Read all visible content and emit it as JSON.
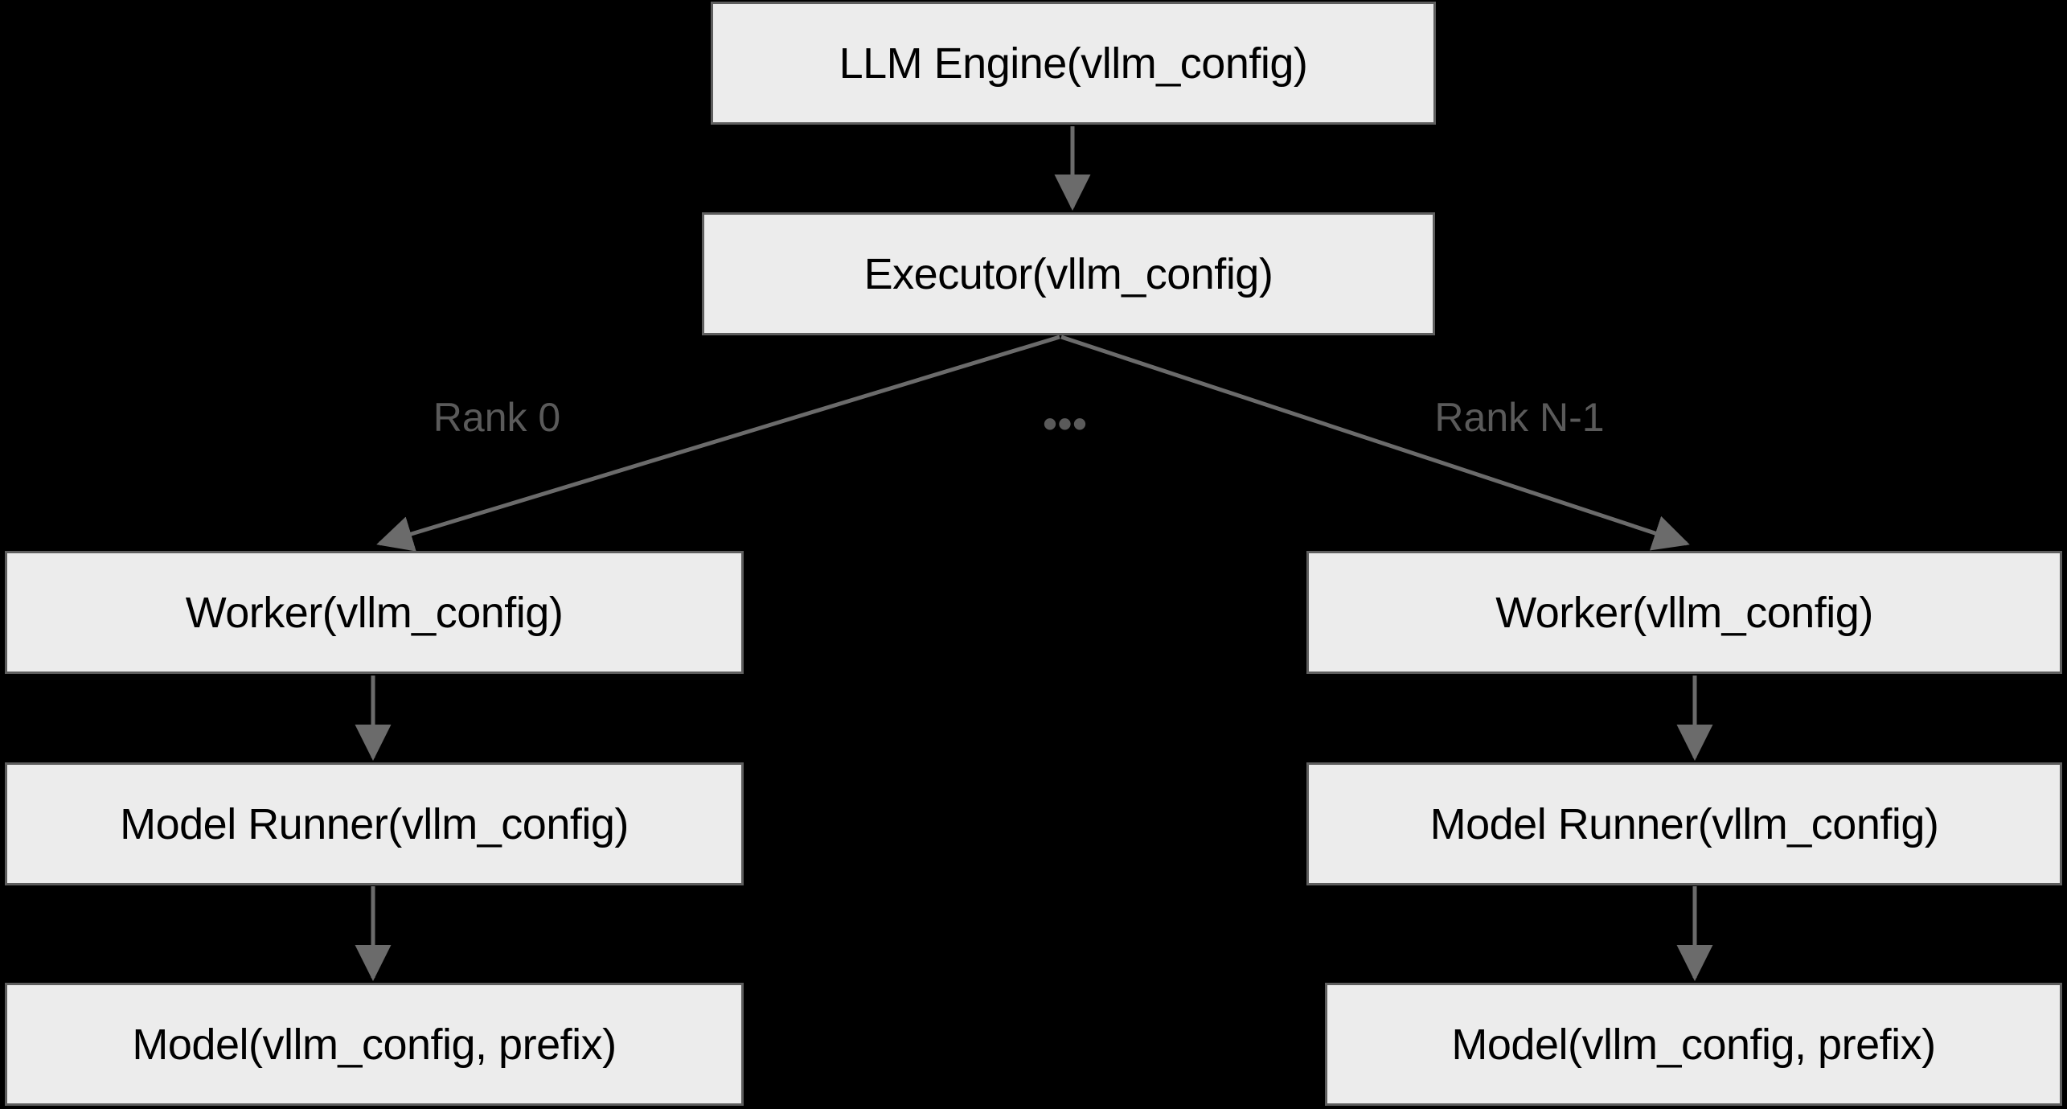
{
  "diagram": {
    "title_visible": false,
    "background_color": "#000000",
    "node_fill_color": "#ECECEC",
    "node_border_color": "#5E5E5E",
    "edge_color": "#6B6B6B",
    "label_color": "#5A5A5A",
    "nodes": {
      "engine": "LLM Engine(vllm_config)",
      "executor": "Executor(vllm_config)",
      "worker_left": "Worker(vllm_config)",
      "model_runner_left": "Model Runner(vllm_config)",
      "model_left": "Model(vllm_config, prefix)",
      "worker_right": "Worker(vllm_config)",
      "model_runner_right": "Model Runner(vllm_config)",
      "model_right": "Model(vllm_config, prefix)"
    },
    "edge_labels": {
      "rank_first": "Rank 0",
      "rank_ellipsis": "•••",
      "rank_last": "Rank N-1"
    }
  }
}
